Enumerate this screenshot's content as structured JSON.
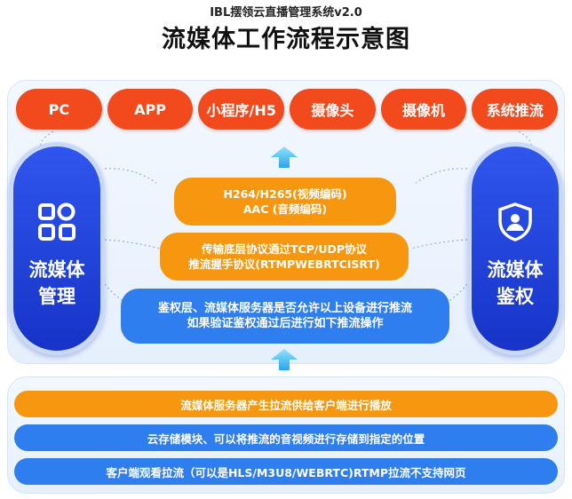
{
  "header": {
    "subtitle": "IBL摆领云直播管理系统v2.0",
    "title": "流媒体工作流程示意图"
  },
  "sources": [
    {
      "label": "PC"
    },
    {
      "label": "APP"
    },
    {
      "label": "小程序/H5"
    },
    {
      "label": "摄像头"
    },
    {
      "label": "摄像机"
    },
    {
      "label": "系统推流"
    }
  ],
  "left_pill": {
    "label_line1": "流媒体",
    "label_line2": "管理",
    "icon": "grid-apps-icon"
  },
  "right_pill": {
    "label_line1": "流媒体",
    "label_line2": "鉴权",
    "icon": "user-shield-icon"
  },
  "center": {
    "codec": {
      "line1": "H264/H265(视频编码)",
      "line2": "AAC (音频编码)"
    },
    "protocol": {
      "line1": "传输底层协议通过TCP/UDP协议",
      "line2": "推流握手协议(RTMPWEBRTCISRT)"
    },
    "auth": {
      "line1": "鉴权层、流媒体服务器是否允许以上设备进行推流",
      "line2": "如果验证鉴权通过后进行如下推流操作"
    }
  },
  "bottom": [
    {
      "text": "流媒体服务器产生拉流供给客户端进行播放"
    },
    {
      "text": "云存储模块、可以将推流的音视频进行存储到指定的位置"
    },
    {
      "text": "客户端观看拉流（可以是HLS/M3U8/WEBRTC)RTMP拉流不支持网页"
    }
  ],
  "colors": {
    "source_orange_red": "#f24a1c",
    "process_orange": "#f7960f",
    "process_blue": "#2e7ef0",
    "pill_blue": "#1f3fd8",
    "panel_bg": "#eaf2fd",
    "arrow_cyan": "#4fc3f7"
  }
}
